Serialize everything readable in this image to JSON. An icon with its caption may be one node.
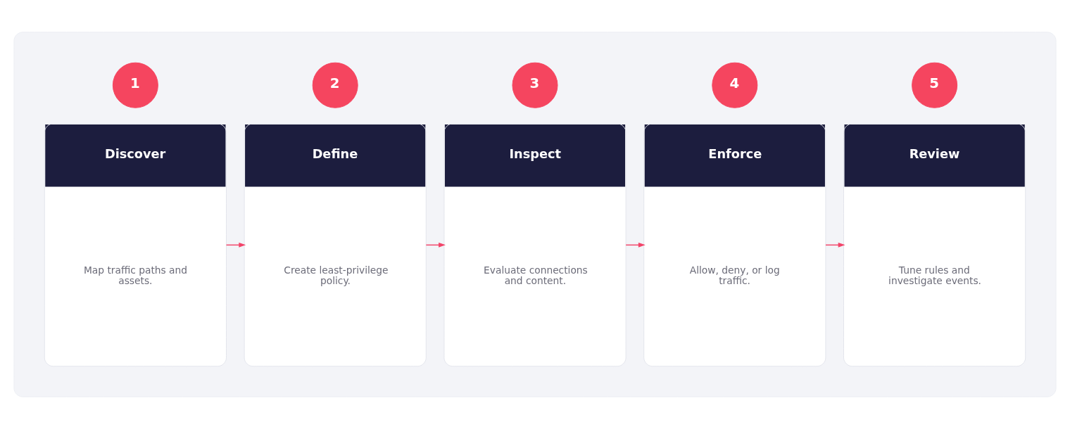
{
  "diagram": {
    "nodes": [
      {
        "text": [],
        "shape": "box"
      },
      {
        "text": [
          "1"
        ],
        "in": 0
      },
      {
        "text": [
          "2"
        ],
        "in": 0
      },
      {
        "text": [
          "3"
        ],
        "in": 0
      },
      {
        "text": [
          "4"
        ],
        "in": 0
      },
      {
        "text": [
          "5"
        ],
        "in": 0
      },
      {
        "text": [
          "Discover",
          "Map traffic paths and assets."
        ],
        "in": 0
      },
      {
        "text": [
          "Define",
          "Create least-privilege policy."
        ],
        "in": 0
      },
      {
        "text": [
          "Inspect",
          "Evaluate connections and content."
        ],
        "in": 0
      },
      {
        "text": [
          "Enforce",
          "Allow, deny, or log traffic."
        ],
        "in": 0
      },
      {
        "text": [
          "Review",
          "Tune rules and investigate events."
        ],
        "in": 0
      }
    ],
    "edges": [
      {
        "from": 6,
        "to": 7,
        "arrow": "to"
      },
      {
        "from": 7,
        "to": 8,
        "arrow": "to"
      },
      {
        "from": 8,
        "to": 9,
        "arrow": "to"
      },
      {
        "from": 9,
        "to": 10,
        "arrow": "to"
      }
    ]
  }
}
